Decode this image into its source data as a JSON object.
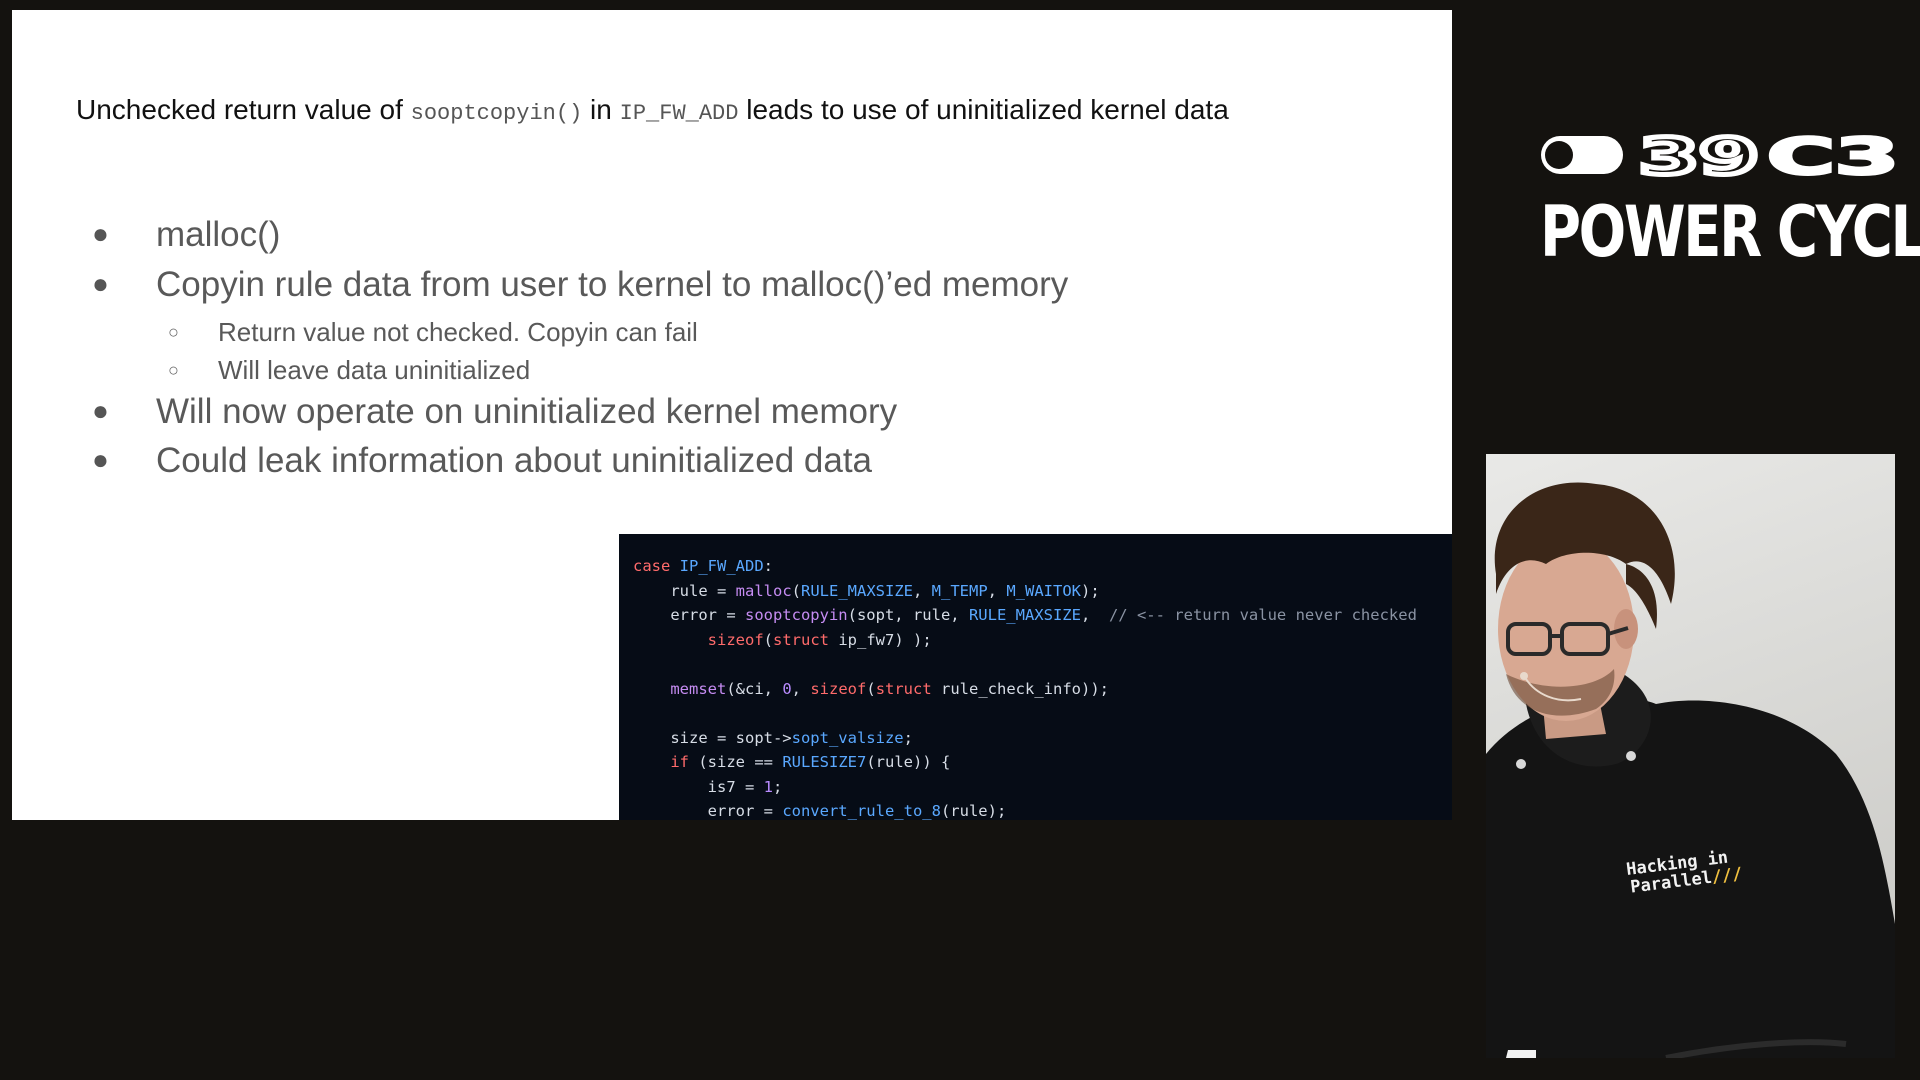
{
  "slide": {
    "title_pre": "Unchecked return value of ",
    "title_code1": "sooptcopyin()",
    "title_mid": " in ",
    "title_code2": "IP_FW_ADD",
    "title_post": " leads to use of uninitialized kernel data",
    "bullets": [
      "malloc()",
      "Copyin rule data from user to kernel to malloc()’ed memory",
      "Will now operate on uninitialized kernel memory",
      "Could leak information about uninitialized data"
    ],
    "subbullets": [
      "Return value not checked. Copyin can fail",
      "Will leave data uninitialized"
    ],
    "bullet_glyph": "●",
    "subbullet_glyph": "○"
  },
  "code": {
    "lines": [
      [
        [
          "kw",
          "case "
        ],
        [
          "ty",
          "IP_FW_ADD"
        ],
        [
          "tx",
          ":"
        ]
      ],
      [
        [
          "tx",
          "    rule = "
        ],
        [
          "fn",
          "malloc"
        ],
        [
          "tx",
          "("
        ],
        [
          "ty",
          "RULE_MAXSIZE"
        ],
        [
          "tx",
          ", "
        ],
        [
          "ty",
          "M_TEMP"
        ],
        [
          "tx",
          ", "
        ],
        [
          "ty",
          "M_WAITOK"
        ],
        [
          "tx",
          ");"
        ]
      ],
      [
        [
          "tx",
          "    error = "
        ],
        [
          "fn",
          "sooptcopyin"
        ],
        [
          "tx",
          "(sopt, rule, "
        ],
        [
          "ty",
          "RULE_MAXSIZE"
        ],
        [
          "tx",
          ",  "
        ],
        [
          "cm",
          "// <-- return value never checked"
        ]
      ],
      [
        [
          "tx",
          "        "
        ],
        [
          "kw",
          "sizeof"
        ],
        [
          "tx",
          "("
        ],
        [
          "kw",
          "struct"
        ],
        [
          "tx",
          " ip_fw7) );"
        ]
      ],
      [
        [
          "tx",
          ""
        ]
      ],
      [
        [
          "tx",
          "    "
        ],
        [
          "fn",
          "memset"
        ],
        [
          "tx",
          "(&ci, "
        ],
        [
          "num",
          "0"
        ],
        [
          "tx",
          ", "
        ],
        [
          "kw",
          "sizeof"
        ],
        [
          "tx",
          "("
        ],
        [
          "kw",
          "struct"
        ],
        [
          "tx",
          " rule_check_info));"
        ]
      ],
      [
        [
          "tx",
          ""
        ]
      ],
      [
        [
          "tx",
          "    size = sopt->"
        ],
        [
          "ty",
          "sopt_valsize"
        ],
        [
          "tx",
          ";"
        ]
      ],
      [
        [
          "tx",
          "    "
        ],
        [
          "kw",
          "if"
        ],
        [
          "tx",
          " (size == "
        ],
        [
          "ty",
          "RULESIZE7"
        ],
        [
          "tx",
          "(rule)) {"
        ]
      ],
      [
        [
          "tx",
          "        is7 = "
        ],
        [
          "num",
          "1"
        ],
        [
          "tx",
          ";"
        ]
      ],
      [
        [
          "tx",
          "        error = "
        ],
        [
          "ty",
          "convert_rule_to_8"
        ],
        [
          "tx",
          "(rule);"
        ]
      ]
    ]
  },
  "brand": {
    "logo_text": "39C3",
    "title": "POWER CYCLES"
  },
  "camera": {
    "shirt_text_line1": "Hacking in",
    "shirt_text_line2": "Parallel",
    "shirt_mark": "///"
  }
}
